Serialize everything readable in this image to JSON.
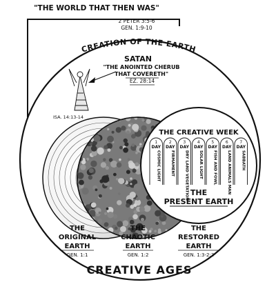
{
  "top_caption": {
    "title": "\"THE WORLD THAT THEN WAS\"",
    "ref1": "2 PETER 3:5-6",
    "ref2": "GEN. 1:9-10"
  },
  "arc_title": "CREATION OF THE EARTH",
  "satan": {
    "name": "SATAN",
    "line1": "\"THE ANOINTED CHERUB",
    "line2": "THAT COVERETH\"",
    "ref": "EZ. 28:14",
    "isa_ref": "ISA. 14:13-14"
  },
  "creative_week": {
    "title": "THE CREATIVE WEEK",
    "days": [
      {
        "num": "1",
        "label": "DAY",
        "text": "COSMIC LIGHT"
      },
      {
        "num": "2",
        "label": "DAY",
        "text": "FIRMAMENT"
      },
      {
        "num": "3",
        "label": "DAY",
        "text": "DRY LAND VEGETATION"
      },
      {
        "num": "4",
        "label": "DAY",
        "text": "SOLAR LIGHT"
      },
      {
        "num": "5",
        "label": "DAY",
        "text": "FISH AND FOWL"
      },
      {
        "num": "6",
        "label": "DAY",
        "text": "LAND ANIMALS MAN"
      },
      {
        "num": "7",
        "label": "DAY",
        "text": "SABBATH"
      }
    ],
    "present_line1": "THE",
    "present_line2": "PRESENT EARTH"
  },
  "ages": [
    {
      "the": "THE",
      "name1": "ORIGINAL",
      "name2": "EARTH",
      "ref": "GEN. 1:1"
    },
    {
      "the": "THE",
      "name1": "CHAOTIC",
      "name2": "EARTH",
      "ref": "GEN. 1:2"
    },
    {
      "the": "THE",
      "name1": "RESTORED",
      "name2": "EARTH",
      "ref": "GEN. 1:3-2:3"
    }
  ],
  "bottom_title": "CREATIVE AGES"
}
